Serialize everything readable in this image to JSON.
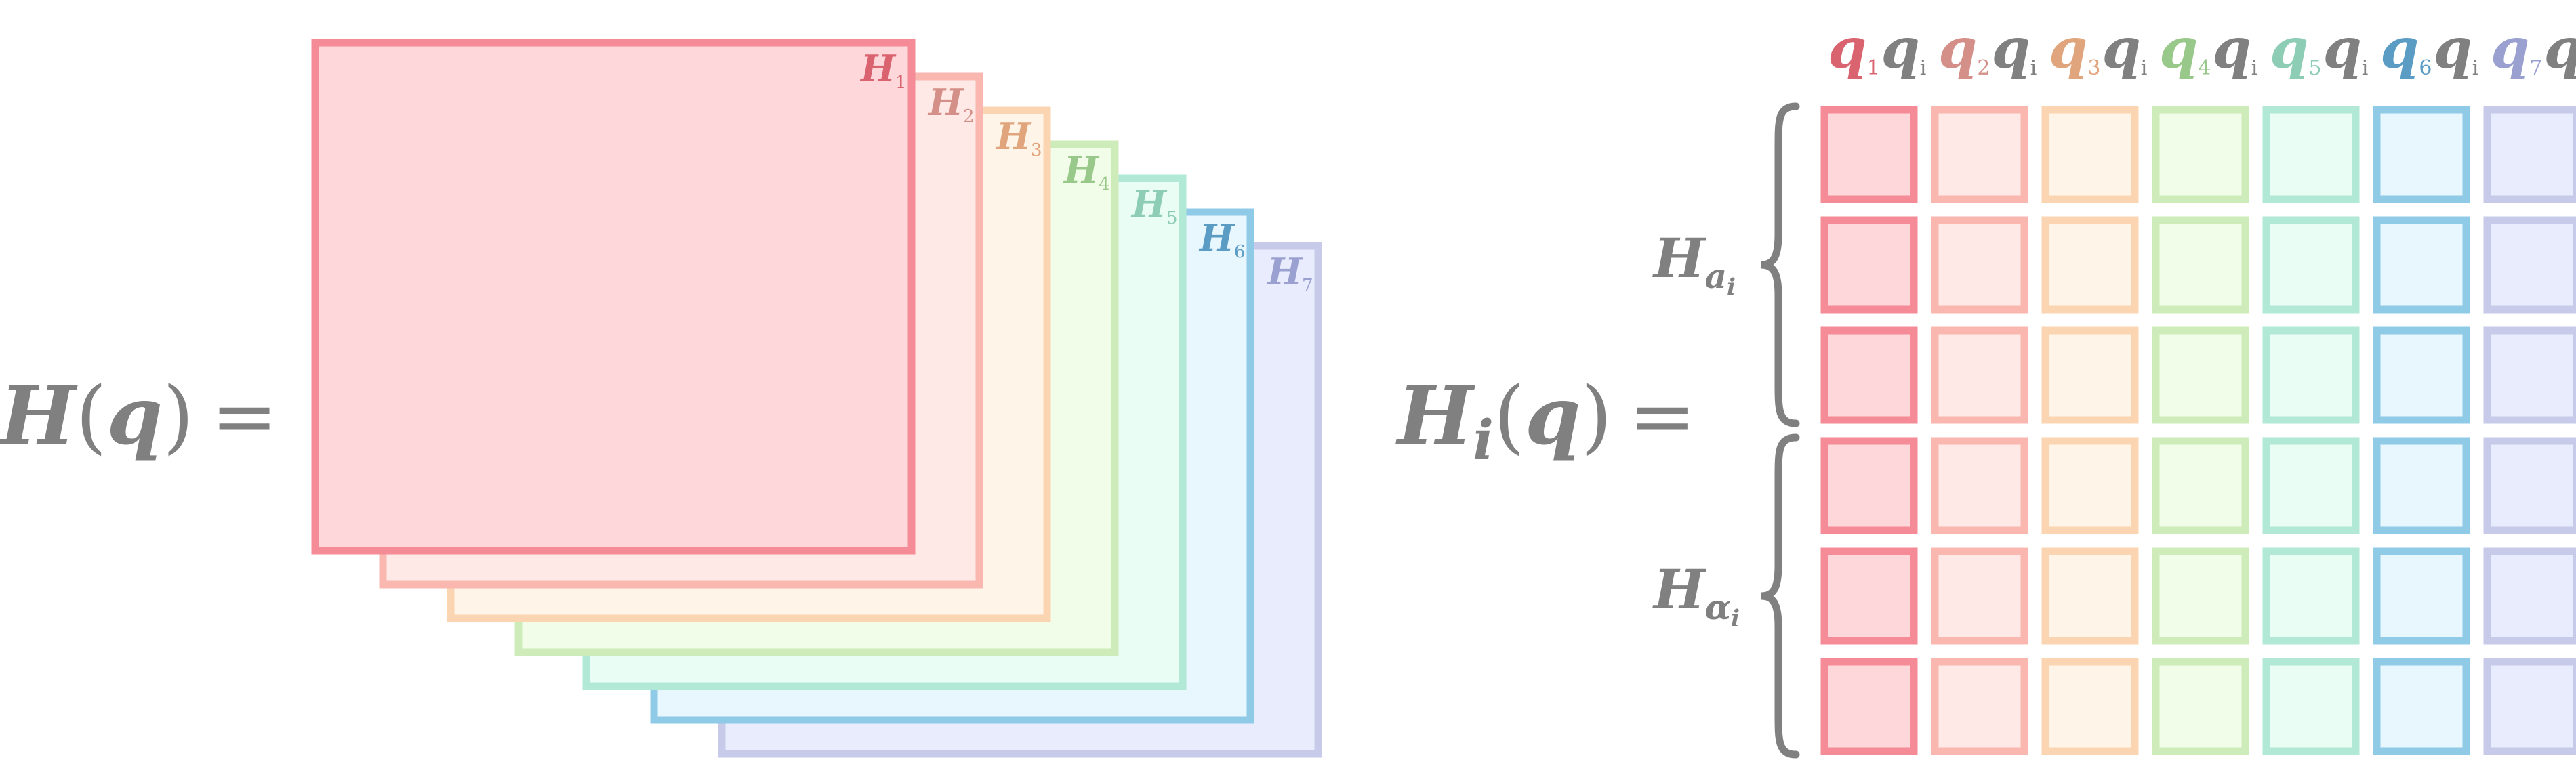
{
  "lhs": {
    "symbol": "H",
    "arg": "q",
    "equals": "="
  },
  "rhs": {
    "symbol": "H",
    "sub": "i",
    "arg": "q",
    "equals": "="
  },
  "stack": {
    "layers": [
      {
        "label": "H",
        "sub": "1",
        "stroke": "#f48b96",
        "fill": "#fed7da",
        "label_color": "#d9646f"
      },
      {
        "label": "H",
        "sub": "2",
        "stroke": "#f9b7b0",
        "fill": "#fee9e6",
        "label_color": "#d49088"
      },
      {
        "label": "H",
        "sub": "3",
        "stroke": "#fbd4b2",
        "fill": "#fef4e8",
        "label_color": "#e0a57c"
      },
      {
        "label": "H",
        "sub": "4",
        "stroke": "#cdecb9",
        "fill": "#f1fde8",
        "label_color": "#99c98a"
      },
      {
        "label": "H",
        "sub": "5",
        "stroke": "#b2e8d6",
        "fill": "#e9fdf4",
        "label_color": "#8dcdb6"
      },
      {
        "label": "H",
        "sub": "6",
        "stroke": "#8fcbe6",
        "fill": "#e8f6fd",
        "label_color": "#5b9cc4"
      },
      {
        "label": "H",
        "sub": "7",
        "stroke": "#c7cbe9",
        "fill": "#e9ecfd",
        "label_color": "#9aa0cf"
      }
    ]
  },
  "grid": {
    "rows": 6,
    "column_headers": [
      {
        "q": "q",
        "sub": "1",
        "qi": "q",
        "qi_sub": "i"
      },
      {
        "q": "q",
        "sub": "2",
        "qi": "q",
        "qi_sub": "i"
      },
      {
        "q": "q",
        "sub": "3",
        "qi": "q",
        "qi_sub": "i"
      },
      {
        "q": "q",
        "sub": "4",
        "qi": "q",
        "qi_sub": "i"
      },
      {
        "q": "q",
        "sub": "5",
        "qi": "q",
        "qi_sub": "i"
      },
      {
        "q": "q",
        "sub": "6",
        "qi": "q",
        "qi_sub": "i"
      },
      {
        "q": "q",
        "sub": "7",
        "qi": "q",
        "qi_sub": "i"
      }
    ],
    "groups": [
      {
        "label": "H",
        "sub": "a",
        "subsub": "i",
        "rows": 3
      },
      {
        "label": "H",
        "sub": "α",
        "subsub": "i",
        "rows": 3
      }
    ]
  },
  "text_color": "#808080"
}
